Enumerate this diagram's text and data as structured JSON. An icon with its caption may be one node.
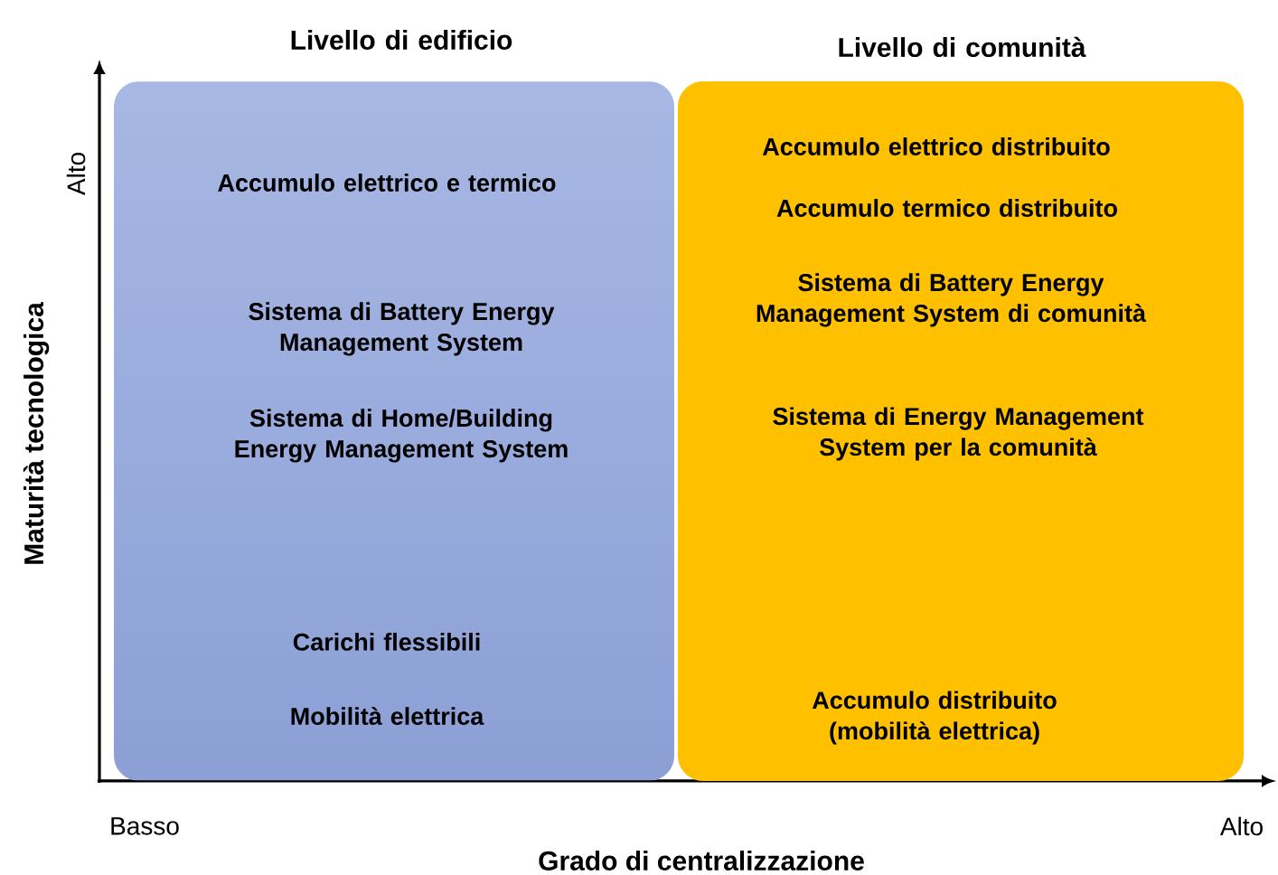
{
  "diagram": {
    "nodes": [
      {
        "text": [
          "Livello di edificio",
          "Accumulo elettrico e termico",
          "Sistema di Battery Energy Management System",
          "Sistema di Home/Building Energy Management System",
          "Carichi flessibili",
          "Mobilità elettrica"
        ]
      },
      {
        "text": [
          "Livello di comunità",
          "Accumulo elettrico distribuito",
          "Accumulo termico distribuito",
          "Sistema di Battery Energy Management System di comunità",
          "Sistema di Energy Management System per la comunità",
          "Accumulo distribuito (mobilità elettrica)"
        ]
      }
    ],
    "labels": [
      "Alto",
      "Maturità tecnologica",
      "Basso",
      "Alto",
      "Grado di centralizzazione"
    ]
  }
}
